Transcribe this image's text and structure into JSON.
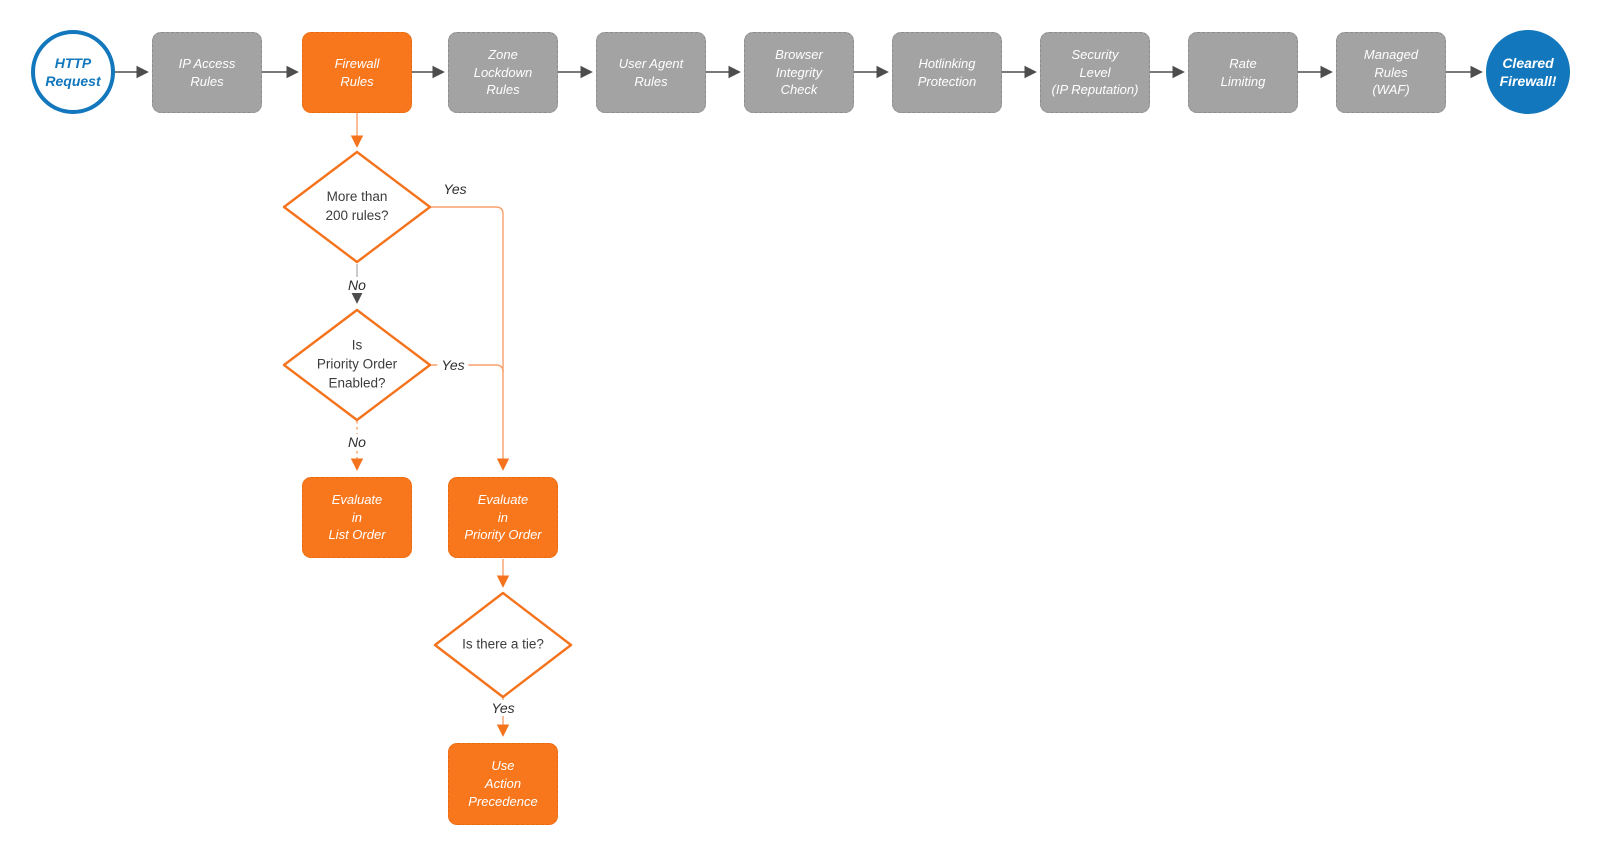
{
  "diagram": {
    "description": "HTTP request firewall evaluation flowchart",
    "colors": {
      "process_gray": "#a3a3a3",
      "process_orange": "#f8771d",
      "terminal_blue": "#1277bd",
      "connector_gray": "#4d4d4d",
      "connector_orange": "#f4731c",
      "diamond_stroke": "#f4731c",
      "canvas_bg": "#ffffff"
    },
    "nodes": {
      "http_request": {
        "label": "HTTP\nRequest",
        "shape": "circle"
      },
      "ip_access_rules": {
        "label": "IP Access\nRules",
        "shape": "box-gray"
      },
      "firewall_rules": {
        "label": "Firewall\nRules",
        "shape": "box-orange"
      },
      "zone_lockdown_rules": {
        "label": "Zone\nLockdown\nRules",
        "shape": "box-gray"
      },
      "user_agent_rules": {
        "label": "User Agent\nRules",
        "shape": "box-gray"
      },
      "browser_integrity_check": {
        "label": "Browser\nIntegrity\nCheck",
        "shape": "box-gray"
      },
      "hotlinking_protection": {
        "label": "Hotlinking\nProtection",
        "shape": "box-gray"
      },
      "security_level": {
        "label": "Security\nLevel\n(IP Reputation)",
        "shape": "box-gray"
      },
      "rate_limiting": {
        "label": "Rate\nLimiting",
        "shape": "box-gray"
      },
      "managed_rules": {
        "label": "Managed\nRules\n(WAF)",
        "shape": "box-gray"
      },
      "cleared_firewall": {
        "label": "Cleared\nFirewall!",
        "shape": "circle"
      },
      "more_than_200_rules": {
        "label": "More than\n200 rules?",
        "shape": "diamond"
      },
      "priority_order_enabled": {
        "label": "Is\nPriority Order\nEnabled?",
        "shape": "diamond"
      },
      "evaluate_list_order": {
        "label": "Evaluate\nin\nList Order",
        "shape": "box-orange"
      },
      "evaluate_priority_order": {
        "label": "Evaluate\nin\nPriority Order",
        "shape": "box-orange"
      },
      "is_there_a_tie": {
        "label": "Is there a tie?",
        "shape": "diamond"
      },
      "use_action_precedence": {
        "label": "Use\nAction\nPrecedence",
        "shape": "box-orange"
      }
    },
    "edge_labels": {
      "d1_yes": "Yes",
      "d1_no": "No",
      "d2_yes": "Yes",
      "d2_no": "No",
      "d3_yes": "Yes"
    }
  }
}
